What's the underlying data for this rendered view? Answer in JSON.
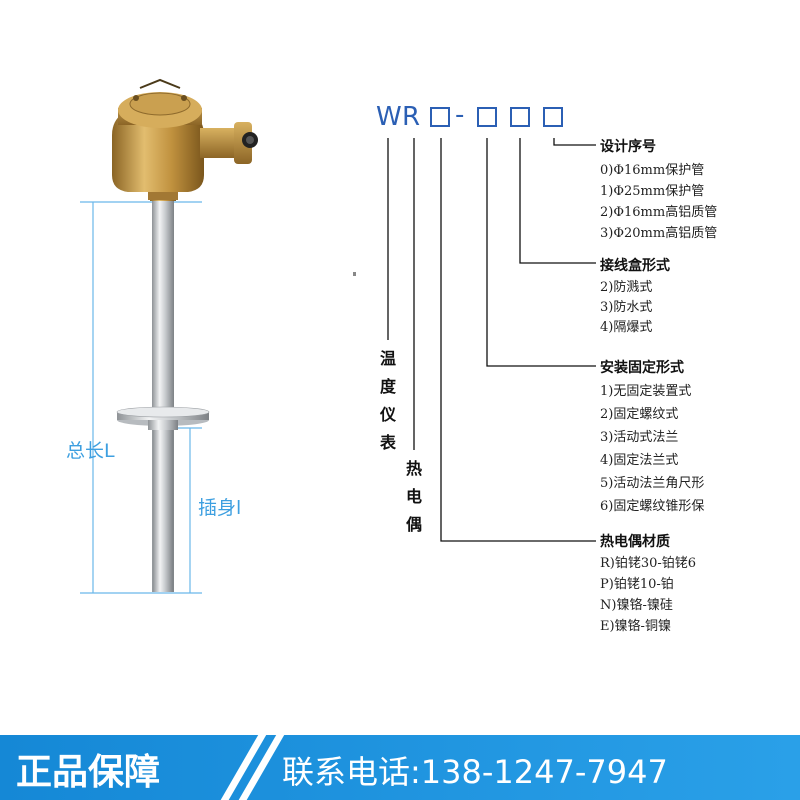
{
  "product": {
    "total_length_label": "总长L",
    "insertion_length_label": "插身l"
  },
  "model": {
    "prefix_w": "W",
    "prefix_r": "R",
    "dash": "-",
    "vertical_w": "温度仪表",
    "vertical_r": "热电偶"
  },
  "groups": {
    "design": {
      "title": "设计序号",
      "items": [
        "0)Φ16mm保护管",
        "1)Φ25mm保护管",
        "2)Φ16mm高铝质管",
        "3)Φ20mm高铝质管"
      ]
    },
    "junction_box": {
      "title": "接线盒形式",
      "items": [
        "2)防溅式",
        "3)防水式",
        "4)隔爆式"
      ]
    },
    "mounting": {
      "title": "安装固定形式",
      "items": [
        "1)无固定装置式",
        "2)固定螺纹式",
        "3)活动式法兰",
        "4)固定法兰式",
        "5)活动法兰角尺形",
        "6)固定螺纹锥形保"
      ]
    },
    "material": {
      "title": "热电偶材质",
      "items": [
        "R)铂铑30-铂铑6",
        "P)铂铑10-铂",
        "N)镍铬-镍硅",
        "E)镍铬-铜镍"
      ]
    }
  },
  "footer": {
    "guarantee": "正品保障",
    "phone": "联系电话:138-1247-7947"
  },
  "colors": {
    "dimension_lines": "#6ab7ea",
    "model_letters": "#2b5fb4",
    "footer_bg": "#1a90dc",
    "brass": "#b88a3c"
  }
}
